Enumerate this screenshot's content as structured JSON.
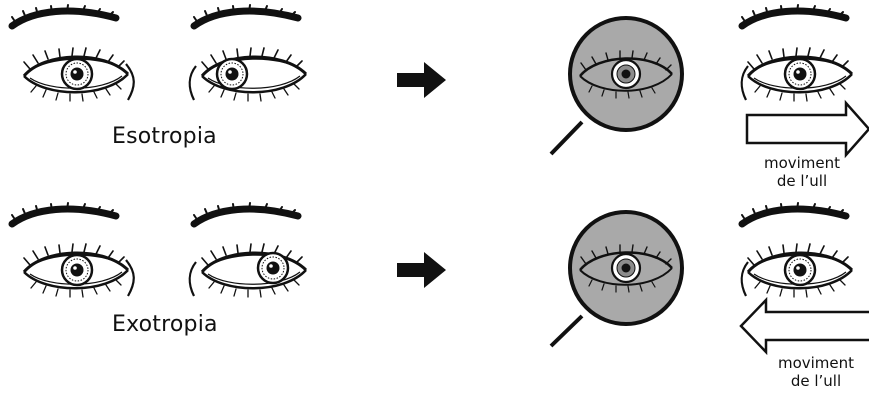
{
  "rows": [
    {
      "label": "Esotropia",
      "note": [
        "moviment",
        "de l’ull"
      ],
      "arrow_direction": "right"
    },
    {
      "label": "Exotropia",
      "note": [
        "moviment",
        "de l’ull"
      ],
      "arrow_direction": "left"
    }
  ],
  "colors": {
    "ink": "#111111",
    "lens_fill": "#a9a9a9",
    "background": "#ffffff"
  },
  "icons": {
    "process_arrow": "bold-right-arrow-icon",
    "magnifier": "magnifying-glass-icon",
    "movement_arrow": "outline-block-arrow-icon"
  }
}
